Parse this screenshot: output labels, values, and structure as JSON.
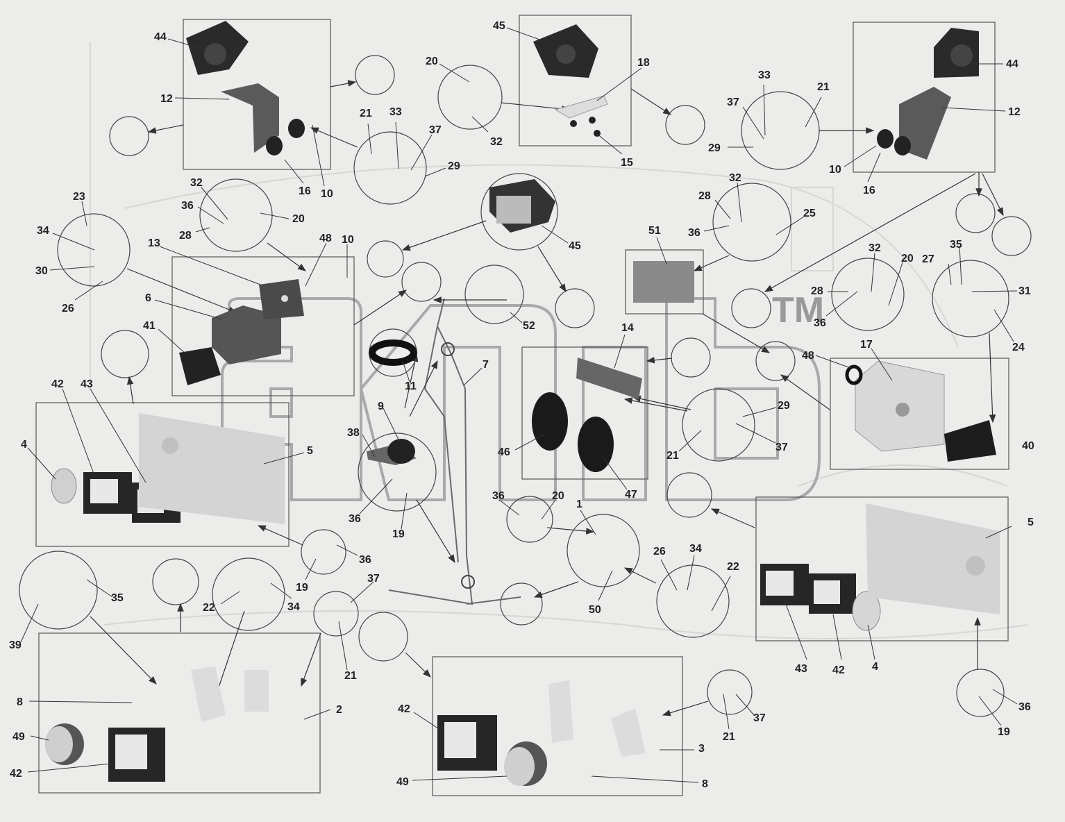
{
  "watermark": {
    "mark": "TM"
  },
  "colors": {
    "background": "#ececea",
    "line": "#333333",
    "part_dark": "#2a2a2a",
    "part_light": "#e2e2e2",
    "watermark": "#b0b0b0"
  },
  "callouts": {
    "c1": "44",
    "c2": "12",
    "c3": "16",
    "c4": "10",
    "c5": "45",
    "c6": "20",
    "c7": "32",
    "c8": "18",
    "c9": "15",
    "c10": "21",
    "c11": "33",
    "c12": "37",
    "c13": "29",
    "c14": "33",
    "c15": "21",
    "c16": "37",
    "c17": "29",
    "c18": "44",
    "c19": "12",
    "c20": "10",
    "c21": "16",
    "c22": "23",
    "c23": "34",
    "c24": "30",
    "c25": "26",
    "c26": "32",
    "c27": "36",
    "c28": "28",
    "c29": "20",
    "c30": "13",
    "c31": "6",
    "c32": "41",
    "c33": "48",
    "c34": "10",
    "c35": "45",
    "c36": "32",
    "c37": "28",
    "c38": "36",
    "c39": "25",
    "c40": "51",
    "c41": "52",
    "c42": "11",
    "c43": "7",
    "c44": "14",
    "c45": "32",
    "c46": "20",
    "c47": "35",
    "c48": "27",
    "c49": "31",
    "c50": "28",
    "c51": "36",
    "c52": "24",
    "c53": "48",
    "c54": "17",
    "c55": "42",
    "c56": "43",
    "c57": "4",
    "c58": "5",
    "c59": "9",
    "c60": "38",
    "c61": "36",
    "c62": "19",
    "c63": "46",
    "c64": "47",
    "c65": "29",
    "c66": "21",
    "c67": "37",
    "c68": "40",
    "c69": "36",
    "c70": "20",
    "c71": "1",
    "c72": "50",
    "c73": "26",
    "c74": "34",
    "c75": "22",
    "c76": "5",
    "c77": "36",
    "c78": "19",
    "c79": "37",
    "c80": "21",
    "c81": "35",
    "c82": "39",
    "c83": "22",
    "c84": "34",
    "c85": "43",
    "c86": "42",
    "c87": "4",
    "c88": "8",
    "c89": "2",
    "c90": "49",
    "c91": "42",
    "c92": "42",
    "c93": "49",
    "c94": "3",
    "c95": "8",
    "c96": "37",
    "c97": "21",
    "c98": "36",
    "c99": "19"
  }
}
